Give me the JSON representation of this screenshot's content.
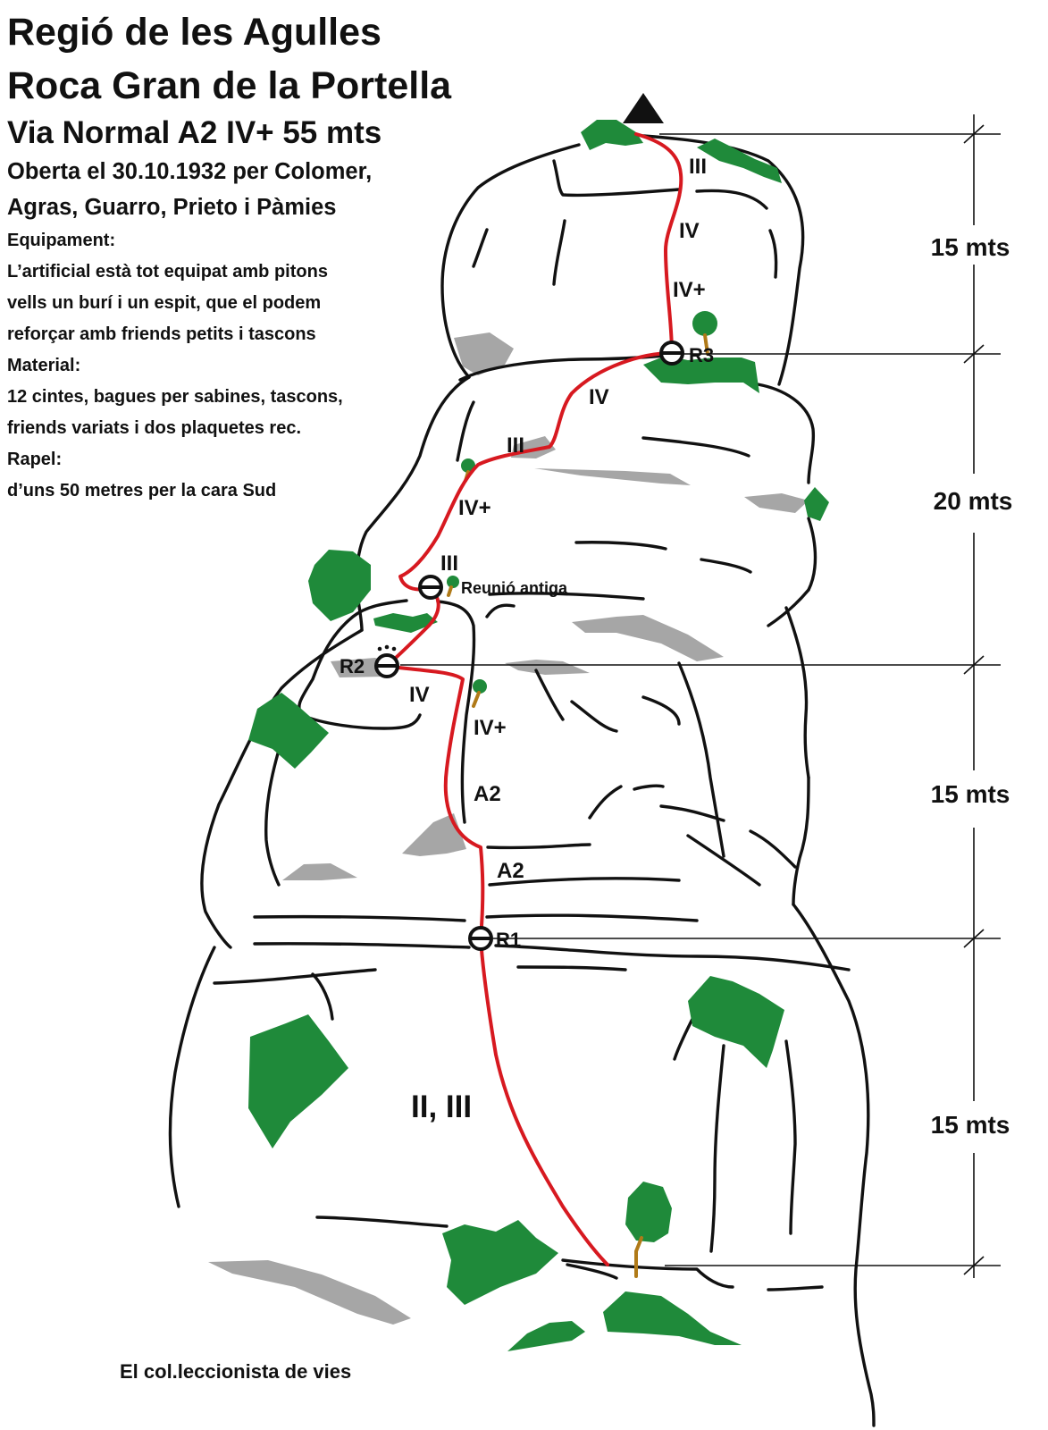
{
  "title": {
    "region": "Regió de les Agulles",
    "peak": "Roca Gran de la Portella",
    "route": "Via Normal A2 IV+ 55 mts",
    "opened_line1": "Oberta el 30.10.1932 per Colomer,",
    "opened_line2": "Agras, Guarro, Prieto i Pàmies"
  },
  "details": {
    "equipment_heading": "Equipament:",
    "equipment_lines": [
      "L’artificial està tot equipat amb pitons",
      "vells un burí i un espit, que el podem",
      "reforçar amb friends petits i tascons"
    ],
    "material_heading": "Material:",
    "material_lines": [
      "12 cintes, bagues per sabines, tascons,",
      "friends variats i dos plaquetes rec."
    ],
    "rappel_heading": "Rapel:",
    "rappel_line": "d’uns 50 metres per la cara Sud"
  },
  "pitch_lengths": [
    "15 mts",
    "20 mts",
    "15 mts",
    "15 mts"
  ],
  "belays": {
    "r1": "R1",
    "r2": "R2",
    "r3": "R3",
    "old": "Reunió antiga"
  },
  "grades": {
    "p3_iii": "III",
    "p3_iv": "IV",
    "p3_ivplus": "IV+",
    "p2_iv": "IV",
    "p2_iii": "III",
    "p2_ivplus": "IV+",
    "p2_iii_b": "III",
    "p1_iv": "IV",
    "p1_ivplus": "IV+",
    "p1_a2": "A2",
    "p1_a2_b": "A2",
    "p0": "II, III"
  },
  "credit": "El col.leccionista de vies",
  "colors": {
    "route": "#d71920",
    "vegetation": "#1f8a3a",
    "rock_shade": "#a6a6a6",
    "ink": "#111111",
    "trunk": "#b07a18"
  }
}
